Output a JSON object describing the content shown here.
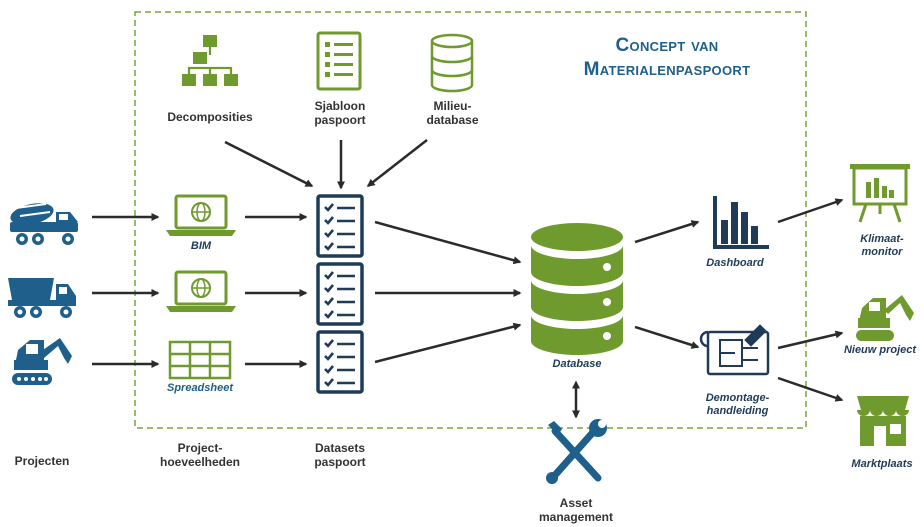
{
  "title": {
    "line1": "Concept van",
    "line2": "Materialenpaspoort"
  },
  "sources": {
    "decomposities": "Decomposities",
    "sjabloon": [
      "Sjabloon",
      "paspoort"
    ],
    "milieu": [
      "Milieu-",
      "database"
    ]
  },
  "inputs": {
    "bim": "BIM",
    "spreadsheet": "Spreadsheet"
  },
  "outputs": {
    "database": "Database",
    "dashboard": "Dashboard",
    "demontage": [
      "Demontage-",
      "handleiding"
    ],
    "klimaat": [
      "Klimaat-",
      "monitor"
    ],
    "nieuw": "Nieuw project",
    "markt": "Marktplaats",
    "asset": [
      "Asset",
      "management"
    ]
  },
  "columns": {
    "projecten": "Projecten",
    "hoeveelheden": [
      "Project-",
      "hoeveelheden"
    ],
    "datasets": [
      "Datasets",
      "paspoort"
    ]
  },
  "colors": {
    "green": "#6f9a2e",
    "navy": "#1f3b57",
    "arrow": "#2b2b2b",
    "dash": "#7aa33a"
  }
}
